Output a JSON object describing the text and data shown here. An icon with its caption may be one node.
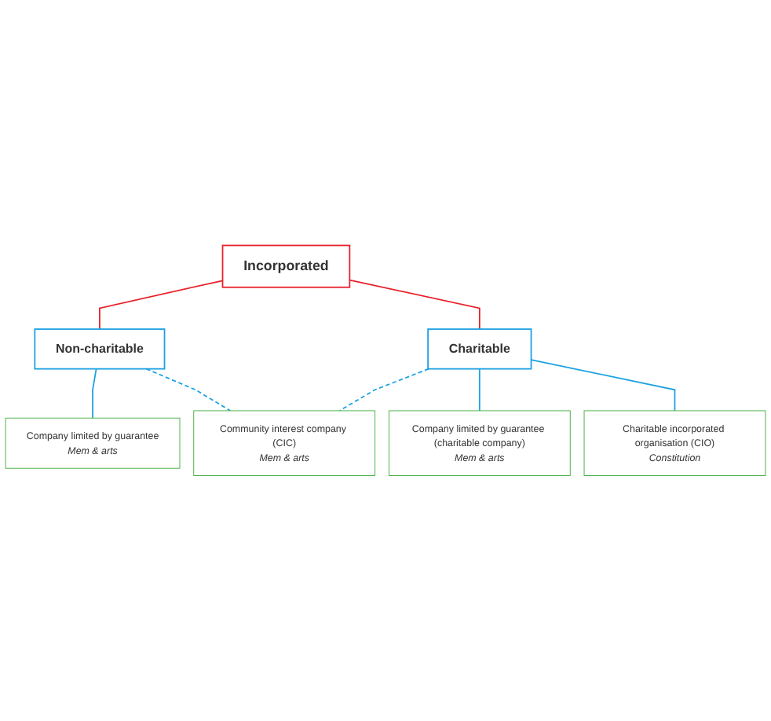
{
  "diagram": {
    "nodes": [
      {
        "text": [
          "Incorporated"
        ]
      },
      {
        "text": [
          "Non-charitable"
        ]
      },
      {
        "text": [
          "Charitable"
        ]
      },
      {
        "text": [
          "Company limited by guarantee",
          "Mem & arts"
        ]
      },
      {
        "text": [
          "Community interest company (CIC)",
          "Mem & arts"
        ]
      },
      {
        "text": [
          "Company limited by guarantee (charitable company)",
          "Mem & arts"
        ]
      },
      {
        "text": [
          "Charitable incorporated organisation (CIO)",
          "Constitution"
        ]
      }
    ],
    "edges": [
      {
        "from": 0,
        "to": 1,
        "arrow": "none",
        "color": "#e8202a"
      },
      {
        "from": 0,
        "to": 2,
        "arrow": "none",
        "color": "#e8202a"
      },
      {
        "from": 1,
        "to": 3,
        "arrow": "none"
      },
      {
        "from": 1,
        "to": 4,
        "arrow": "none",
        "style": "dashed"
      },
      {
        "from": 2,
        "to": 4,
        "arrow": "none",
        "style": "dashed"
      },
      {
        "from": 2,
        "to": 5,
        "arrow": "none"
      },
      {
        "from": 2,
        "to": 6,
        "arrow": "none"
      }
    ]
  }
}
